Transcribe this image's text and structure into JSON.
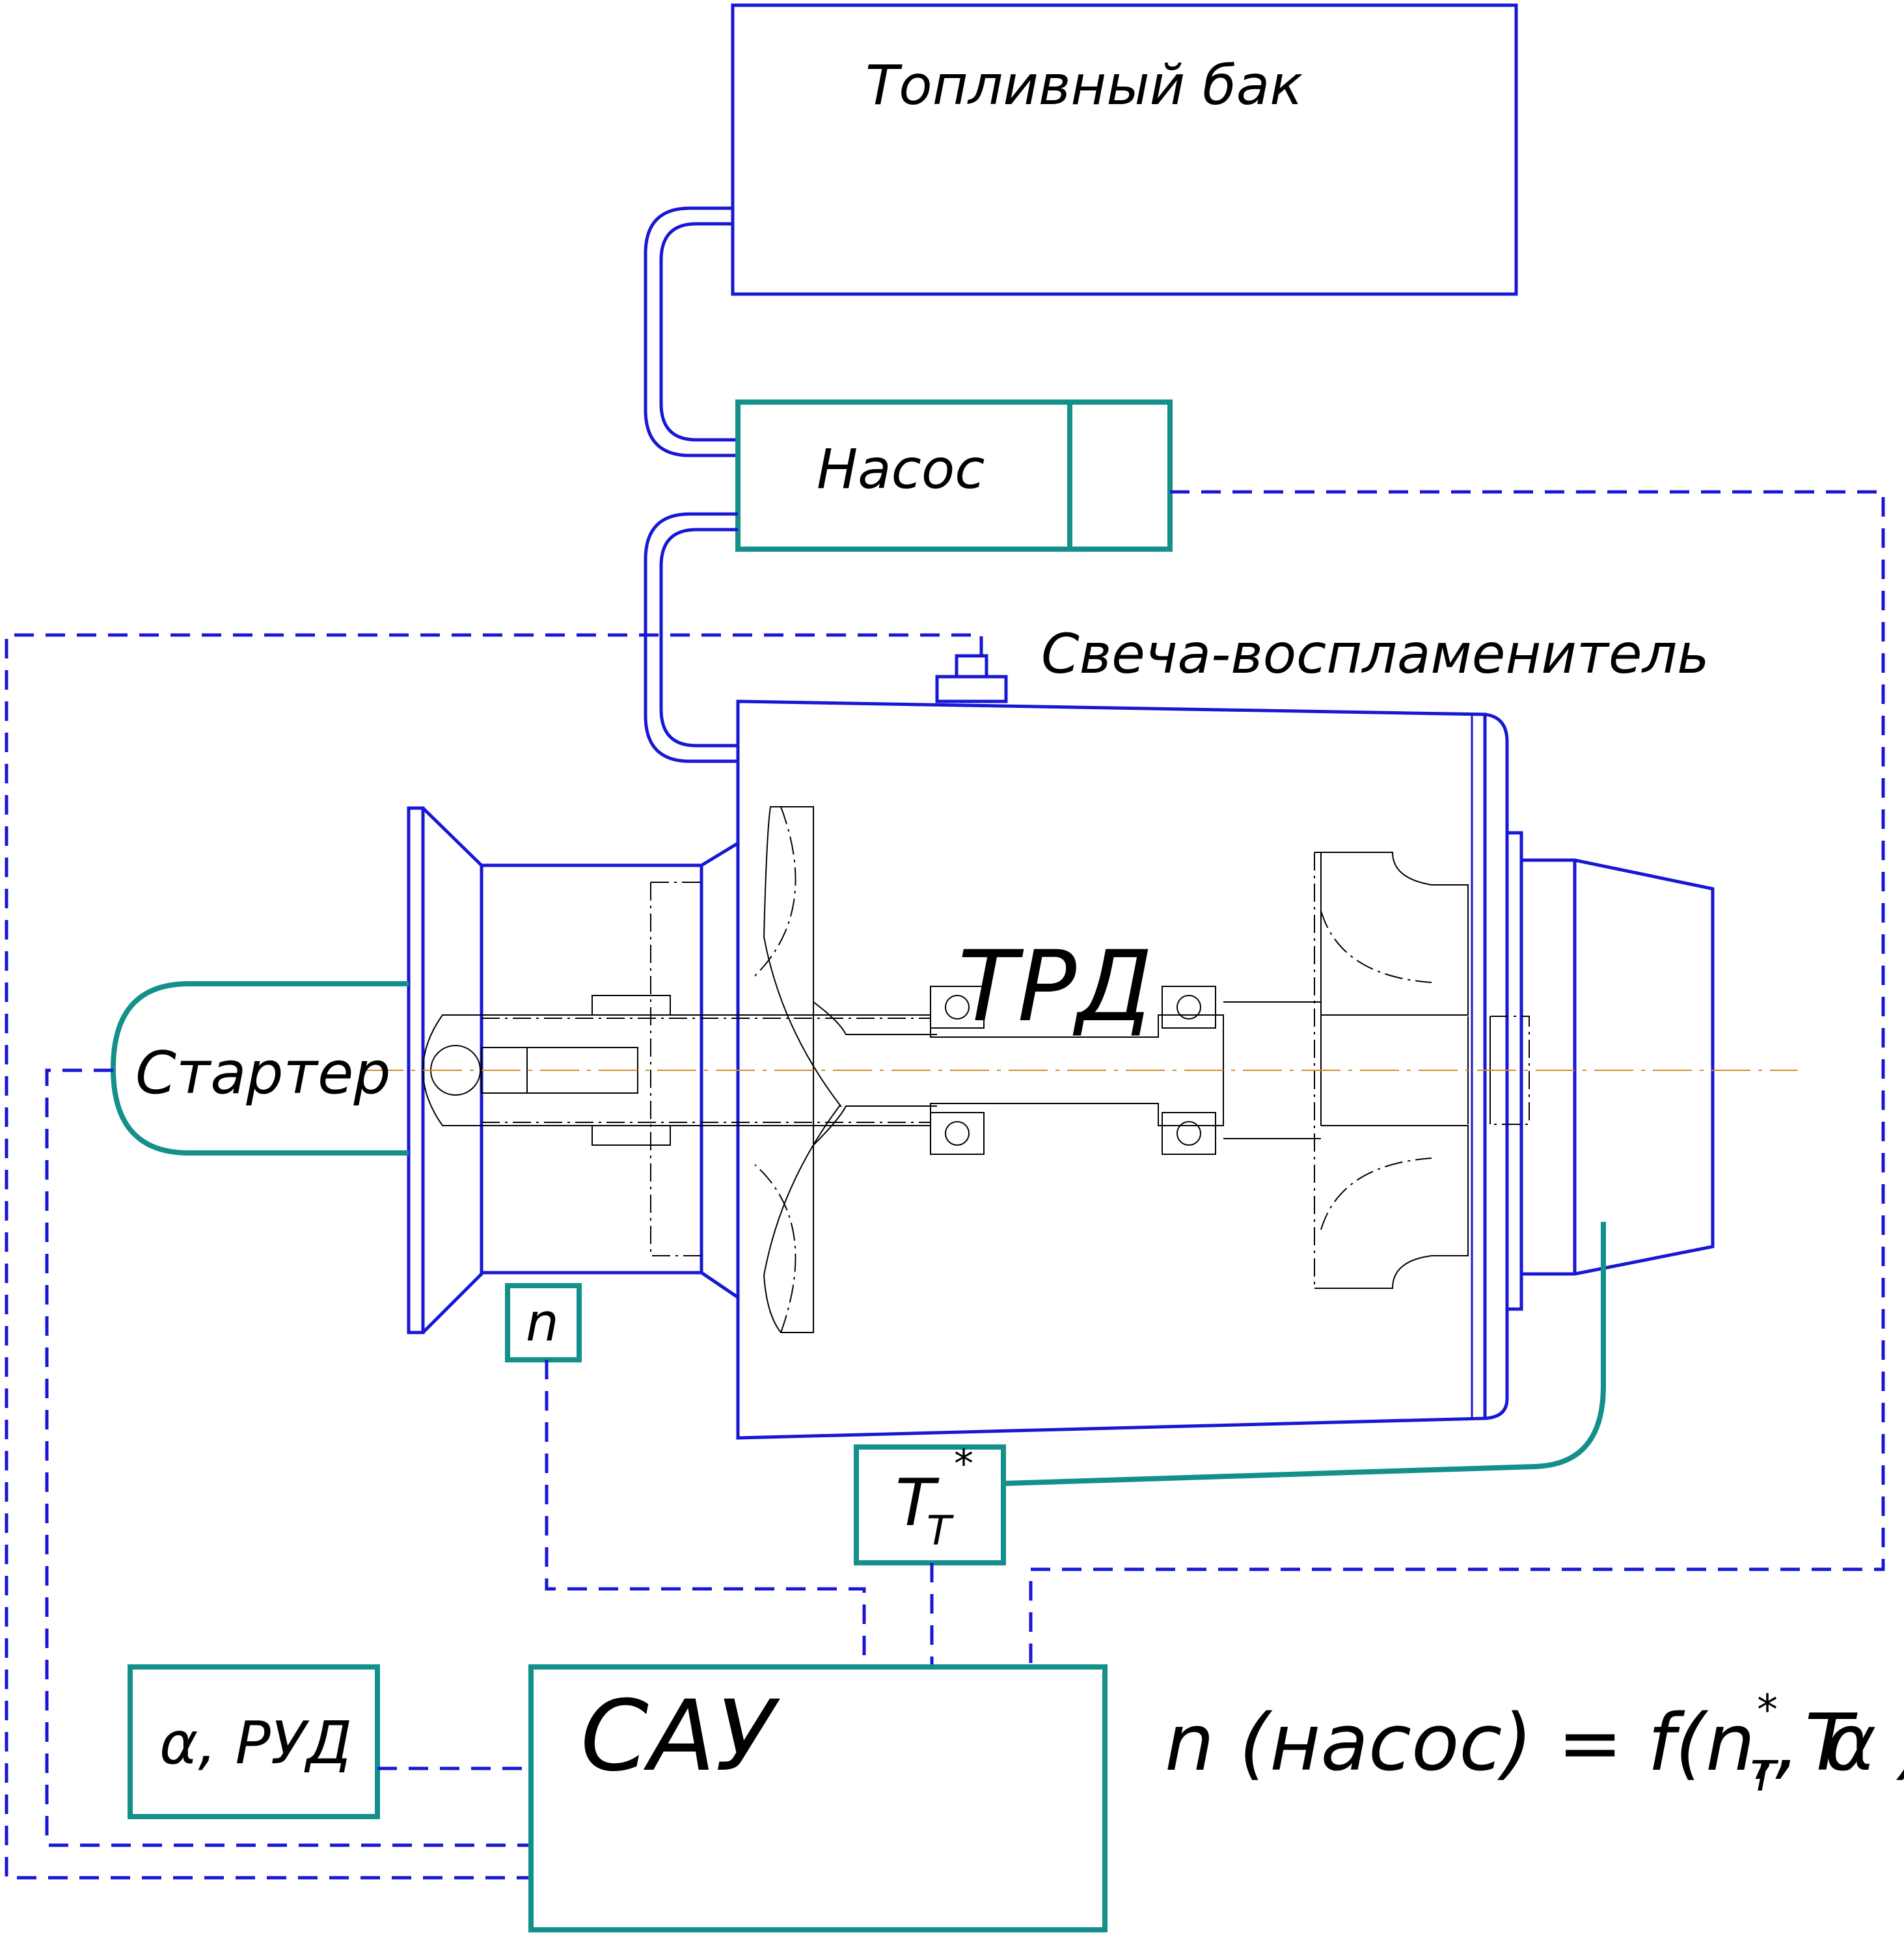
{
  "labels": {
    "fuel_tank": "Топливный бак",
    "pump": "Насос",
    "igniter": "Свеча-воспламенитель",
    "engine": "ТРД",
    "starter": "Стартер",
    "speed_sensor": "n",
    "temp_sensor_main": "T",
    "temp_sensor_sub": "T",
    "temp_sensor_sup": "*",
    "throttle": "α, РУД",
    "control_unit": "САУ",
    "formula_main": "n (насос) = f(n, T",
    "formula_sub": "T",
    "formula_sup": "*",
    "formula_end": ", α )"
  },
  "colors": {
    "blue": "#1717d4",
    "teal": "#14908a",
    "axis": "#d08a30"
  }
}
